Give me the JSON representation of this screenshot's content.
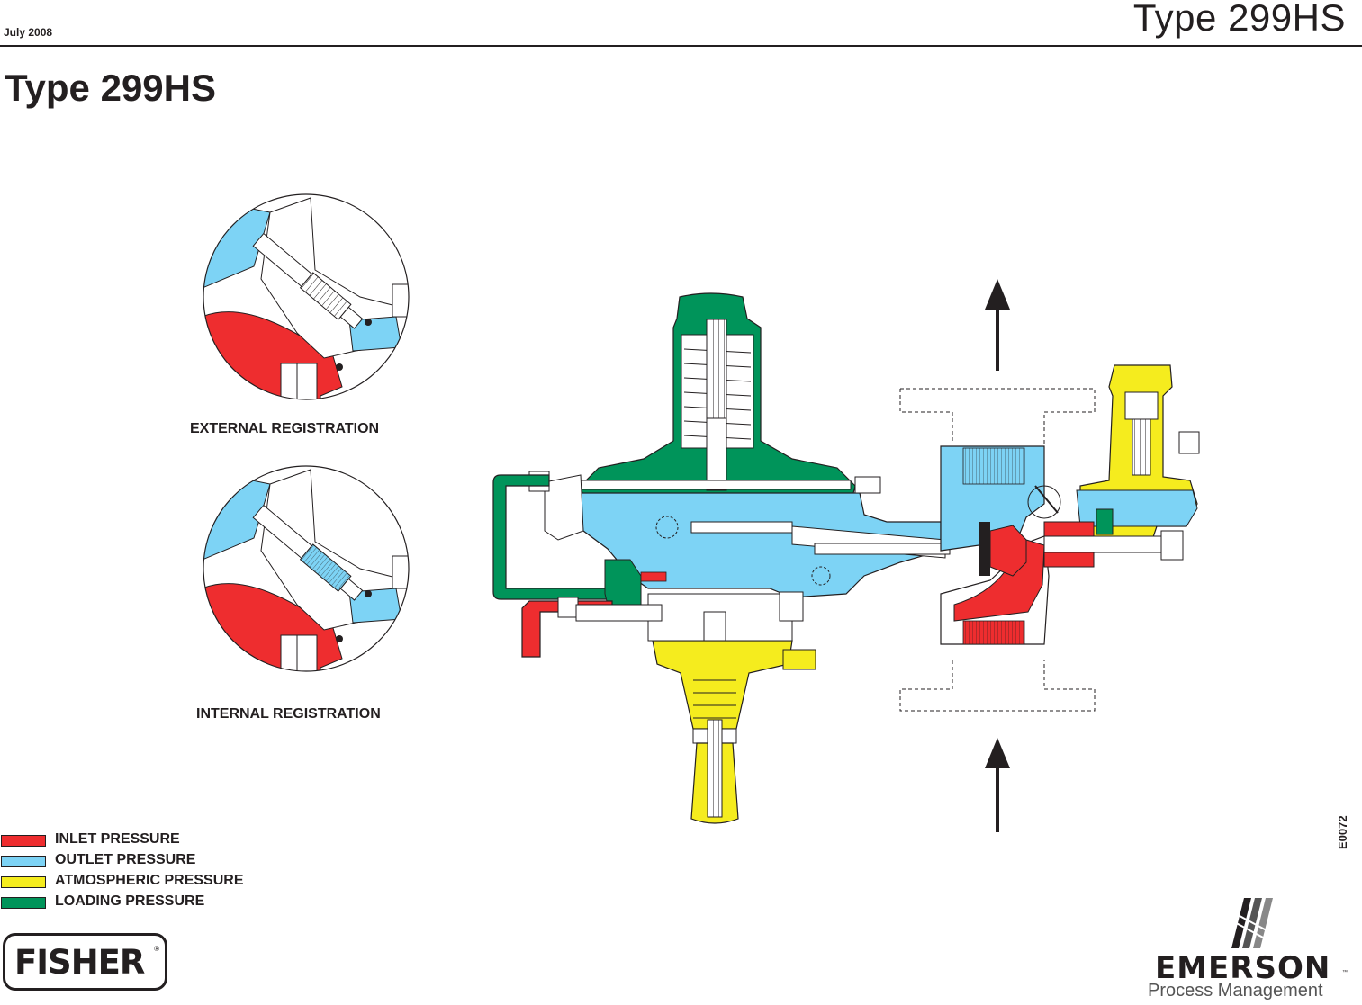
{
  "header": {
    "date": "July 2008",
    "title": "Type 299HS"
  },
  "main_title": "Type 299HS",
  "registration_labels": {
    "external": "EXTERNAL REGISTRATION",
    "internal": "INTERNAL REGISTRATION"
  },
  "legend": [
    {
      "label": "INLET PRESSURE",
      "color": "#ee2d2f"
    },
    {
      "label": "OUTLET PRESSURE",
      "color": "#7dd3f5"
    },
    {
      "label": "ATMOSPHERIC PRESSURE",
      "color": "#f5ec1e"
    },
    {
      "label": "LOADING PRESSURE",
      "color": "#00945a"
    }
  ],
  "drawing_code": "E0072",
  "logos": {
    "fisher": "FISHER",
    "emerson": "EMERSON",
    "emerson_sub": "Process Management"
  },
  "colors": {
    "inlet": "#ee2d2f",
    "outlet": "#7dd3f5",
    "atmospheric": "#f5ec1e",
    "loading": "#00945a",
    "line": "#231f20"
  }
}
